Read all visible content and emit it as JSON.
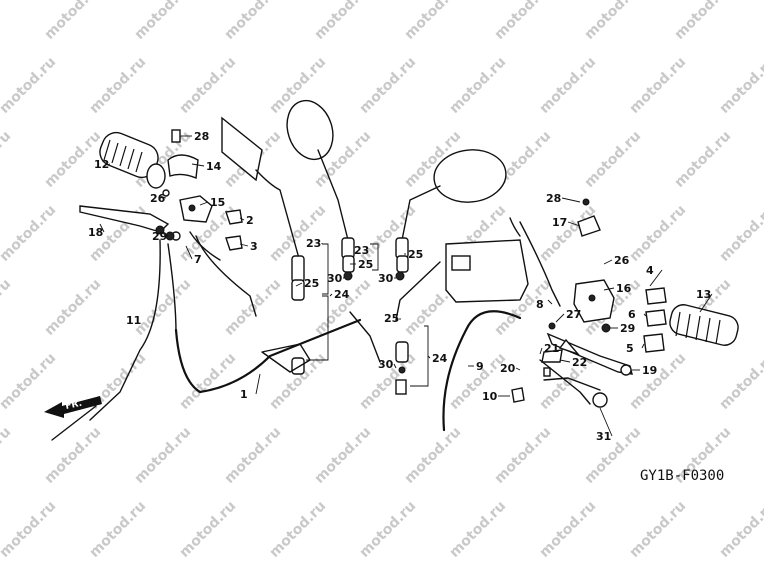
{
  "watermark": "motod.ru",
  "diagram_code": "GY1B-F0300",
  "front_arrow": "FR.",
  "parts": {
    "p1": "1",
    "p2": "2",
    "p3": "3",
    "p4": "4",
    "p5": "5",
    "p6": "6",
    "p7": "7",
    "p8": "8",
    "p9": "9",
    "p10": "10",
    "p11": "11",
    "p12": "12",
    "p13": "13",
    "p14": "14",
    "p15": "15",
    "p16": "16",
    "p17": "17",
    "p18": "18",
    "p19": "19",
    "p20": "20",
    "p21": "21",
    "p22": "22",
    "p23": "23",
    "p24": "24",
    "p25": "25",
    "p26": "26",
    "p27": "27",
    "p28": "28",
    "p29": "29",
    "p30": "30",
    "p31": "31"
  }
}
